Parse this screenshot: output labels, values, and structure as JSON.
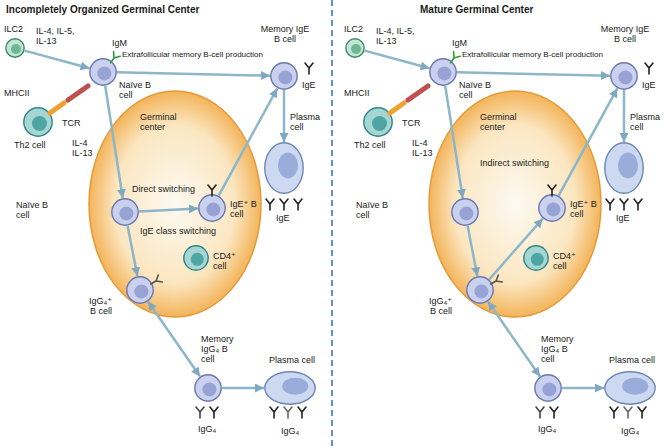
{
  "diagram": {
    "nodes": [
      {
        "text": [
          "ILC2"
        ]
      },
      {
        "text": [
          "Th2 cell"
        ]
      },
      {
        "text": [
          "IgM",
          "Naïve B cell"
        ]
      },
      {
        "text": [
          "Germinal center"
        ]
      },
      {
        "text": [
          "Naïve B cell"
        ],
        "in": 3
      },
      {
        "text": [
          "IgE⁺ B cell"
        ],
        "in": 3
      },
      {
        "text": [
          "IgG₄⁺ B cell"
        ],
        "in": 3
      },
      {
        "text": [
          "CD4⁺ cell"
        ],
        "in": 3
      },
      {
        "text": [
          "Memory IgE B cell",
          "IgE"
        ]
      },
      {
        "text": [
          "Plasma cell",
          "IgE"
        ]
      },
      {
        "text": [
          "Memory IgG₄ B cell",
          "IgG₄"
        ]
      },
      {
        "text": [
          "Plasma cell",
          "IgG₄"
        ]
      },
      {
        "text": [
          "ILC2"
        ]
      },
      {
        "text": [
          "Th2 cell"
        ]
      },
      {
        "text": [
          "IgM",
          "Naïve B cell"
        ]
      },
      {
        "text": [
          "Germinal center"
        ]
      },
      {
        "text": [
          "Naïve B cell"
        ],
        "in": 15
      },
      {
        "text": [
          "IgE⁺ B cell"
        ],
        "in": 15
      },
      {
        "text": [
          "IgG₄⁺ B cell"
        ],
        "in": 15
      },
      {
        "text": [
          "CD4⁺ cell"
        ],
        "in": 15
      },
      {
        "text": [
          "Memory IgE B cell",
          "IgE"
        ]
      },
      {
        "text": [
          "Plasma cell",
          "IgE"
        ]
      },
      {
        "text": [
          "Memory IgG₄ B cell",
          "IgG₄"
        ]
      },
      {
        "text": [
          "Plasma cell",
          "IgG₄"
        ]
      }
    ],
    "edges": [
      {
        "from": 0,
        "to": 2,
        "arrow": "to",
        "label": "IL-4, IL-5, IL-13"
      },
      {
        "from": 2,
        "to": 8,
        "arrow": "to",
        "label": "Extrafollicular memory B-cell production"
      },
      {
        "from": 2,
        "to": 4,
        "arrow": "to",
        "label": "IL-4 IL-13"
      },
      {
        "from": 4,
        "to": 5,
        "arrow": "to",
        "label": "Direct switching"
      },
      {
        "from": 4,
        "to": 6,
        "arrow": "to"
      },
      {
        "from": 5,
        "to": 8,
        "arrow": "to"
      },
      {
        "from": 8,
        "to": 9,
        "arrow": "to"
      },
      {
        "from": 6,
        "to": 10,
        "arrow": "both"
      },
      {
        "from": 10,
        "to": 11,
        "arrow": "to"
      },
      {
        "from": 12,
        "to": 14,
        "arrow": "to",
        "label": "IL-4, IL-5, IL-13"
      },
      {
        "from": 14,
        "to": 20,
        "arrow": "to",
        "label": "Extrafollicular memory B-cell production"
      },
      {
        "from": 14,
        "to": 16,
        "arrow": "to",
        "label": "IL-4 IL-13"
      },
      {
        "from": 16,
        "to": 18,
        "arrow": "to"
      },
      {
        "from": 18,
        "to": 17,
        "arrow": "to",
        "label": "Indirect switching"
      },
      {
        "from": 17,
        "to": 20,
        "arrow": "to"
      },
      {
        "from": 20,
        "to": 21,
        "arrow": "to"
      },
      {
        "from": 18,
        "to": 22,
        "arrow": "both"
      },
      {
        "from": 22,
        "to": 23,
        "arrow": "to"
      }
    ],
    "labels": [
      "Incompletely Organized Germinal Center",
      "MHCII",
      "TCR",
      "IgE class switching",
      "Mature Germinal Center",
      "MHCII",
      "TCR"
    ]
  }
}
